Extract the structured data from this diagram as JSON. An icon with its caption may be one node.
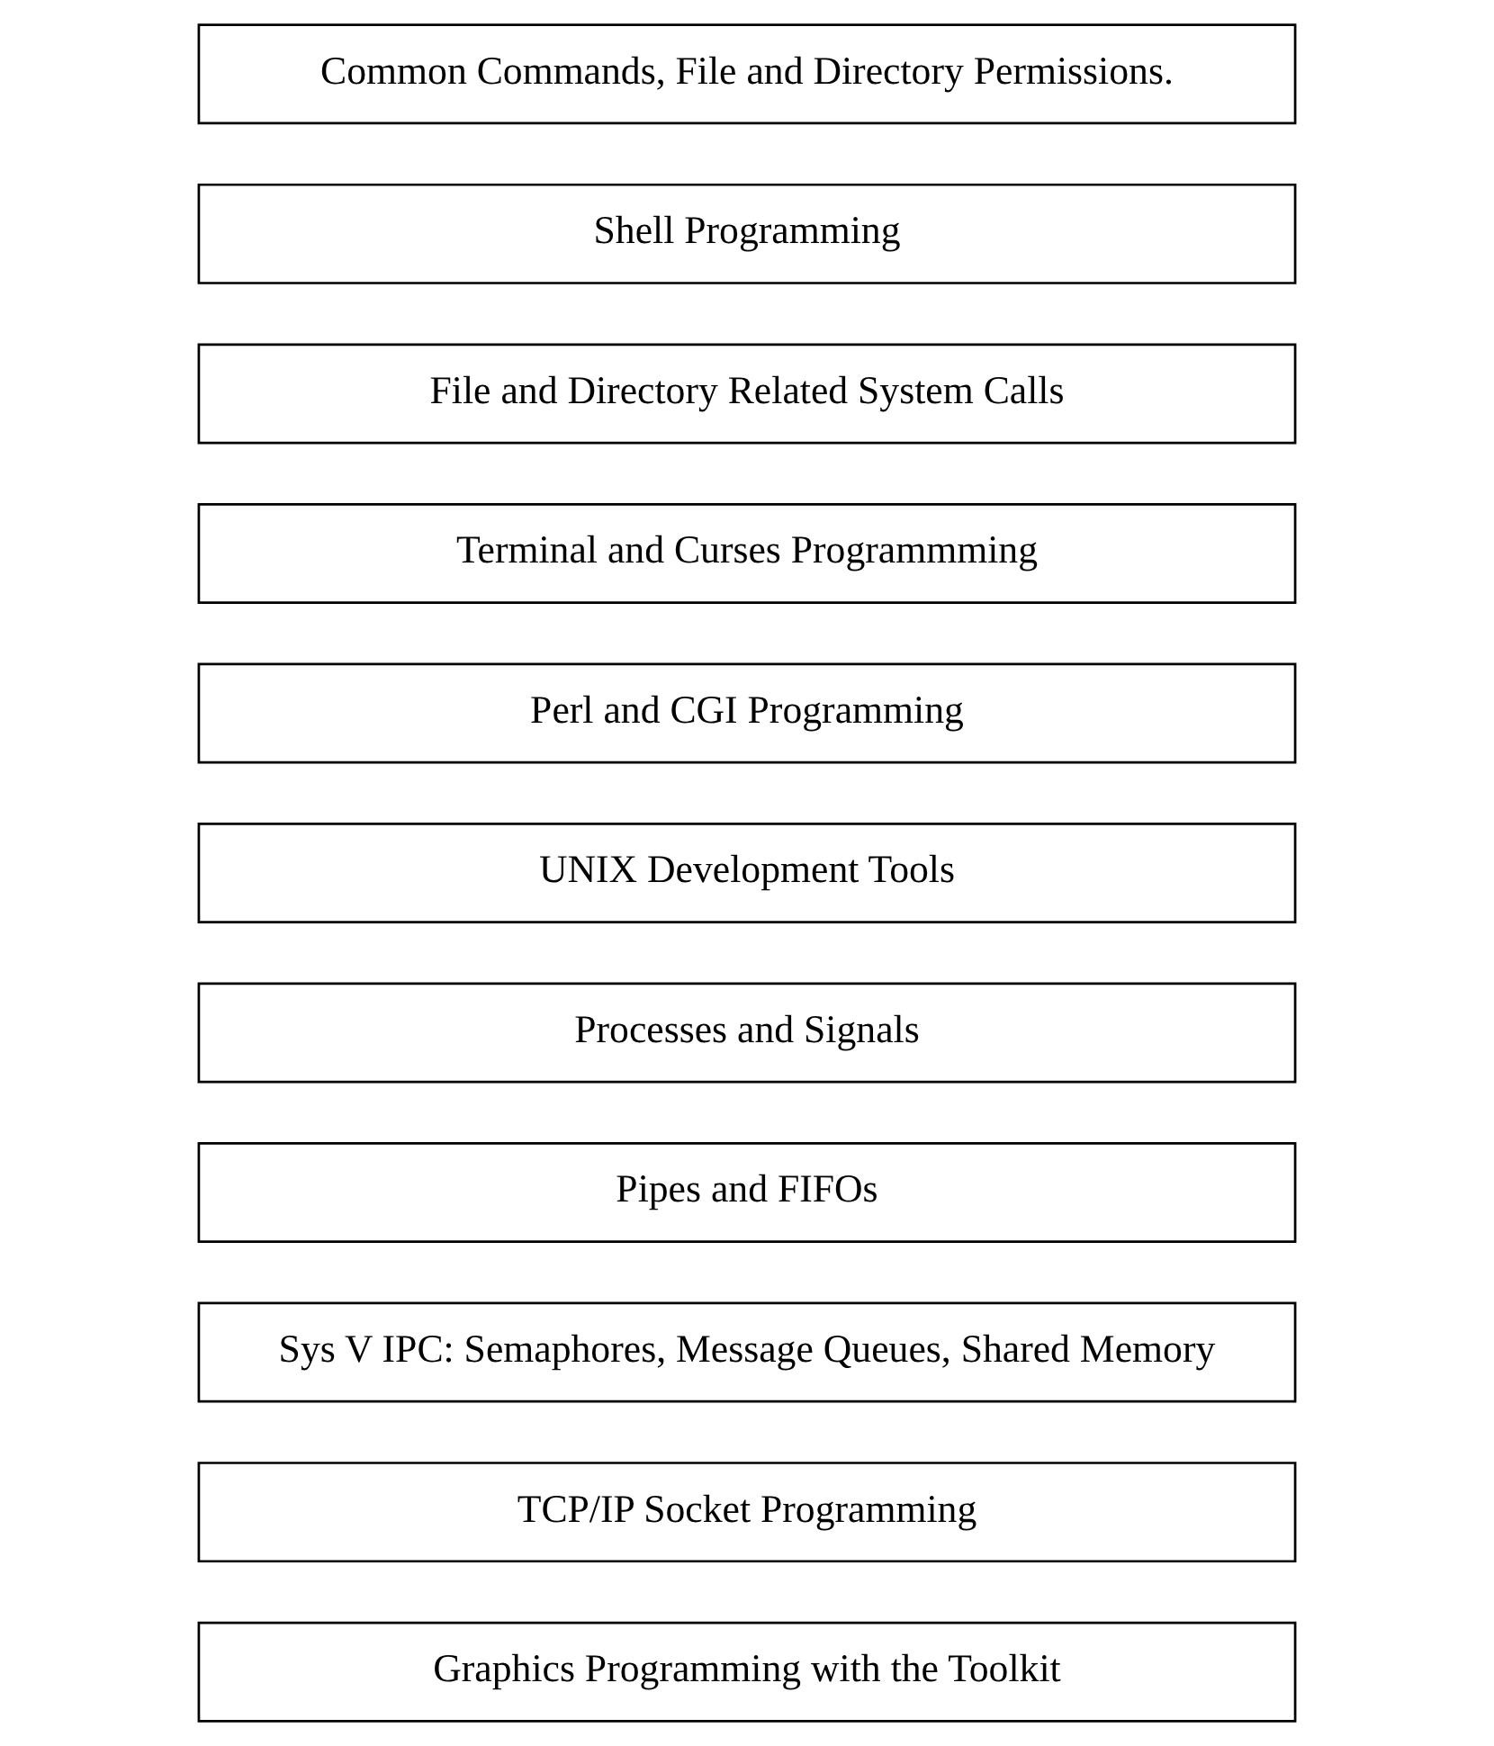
{
  "diagram": {
    "nodes": [
      {
        "text": [
          "Common Commands, File and Directory Permissions."
        ]
      },
      {
        "text": [
          "Shell Programming"
        ]
      },
      {
        "text": [
          "File and Directory Related System Calls"
        ]
      },
      {
        "text": [
          "Terminal and Curses Programmming"
        ]
      },
      {
        "text": [
          "Perl and CGI Programming"
        ]
      },
      {
        "text": [
          "UNIX Development Tools"
        ]
      },
      {
        "text": [
          "Processes and Signals"
        ]
      },
      {
        "text": [
          "Pipes and FIFOs"
        ]
      },
      {
        "text": [
          "Sys V IPC: Semaphores, Message Queues, Shared Memory"
        ]
      },
      {
        "text": [
          "TCP/IP Socket Programming"
        ]
      },
      {
        "text": [
          "Graphics Programming with the Toolkit"
        ]
      }
    ],
    "edges": []
  }
}
